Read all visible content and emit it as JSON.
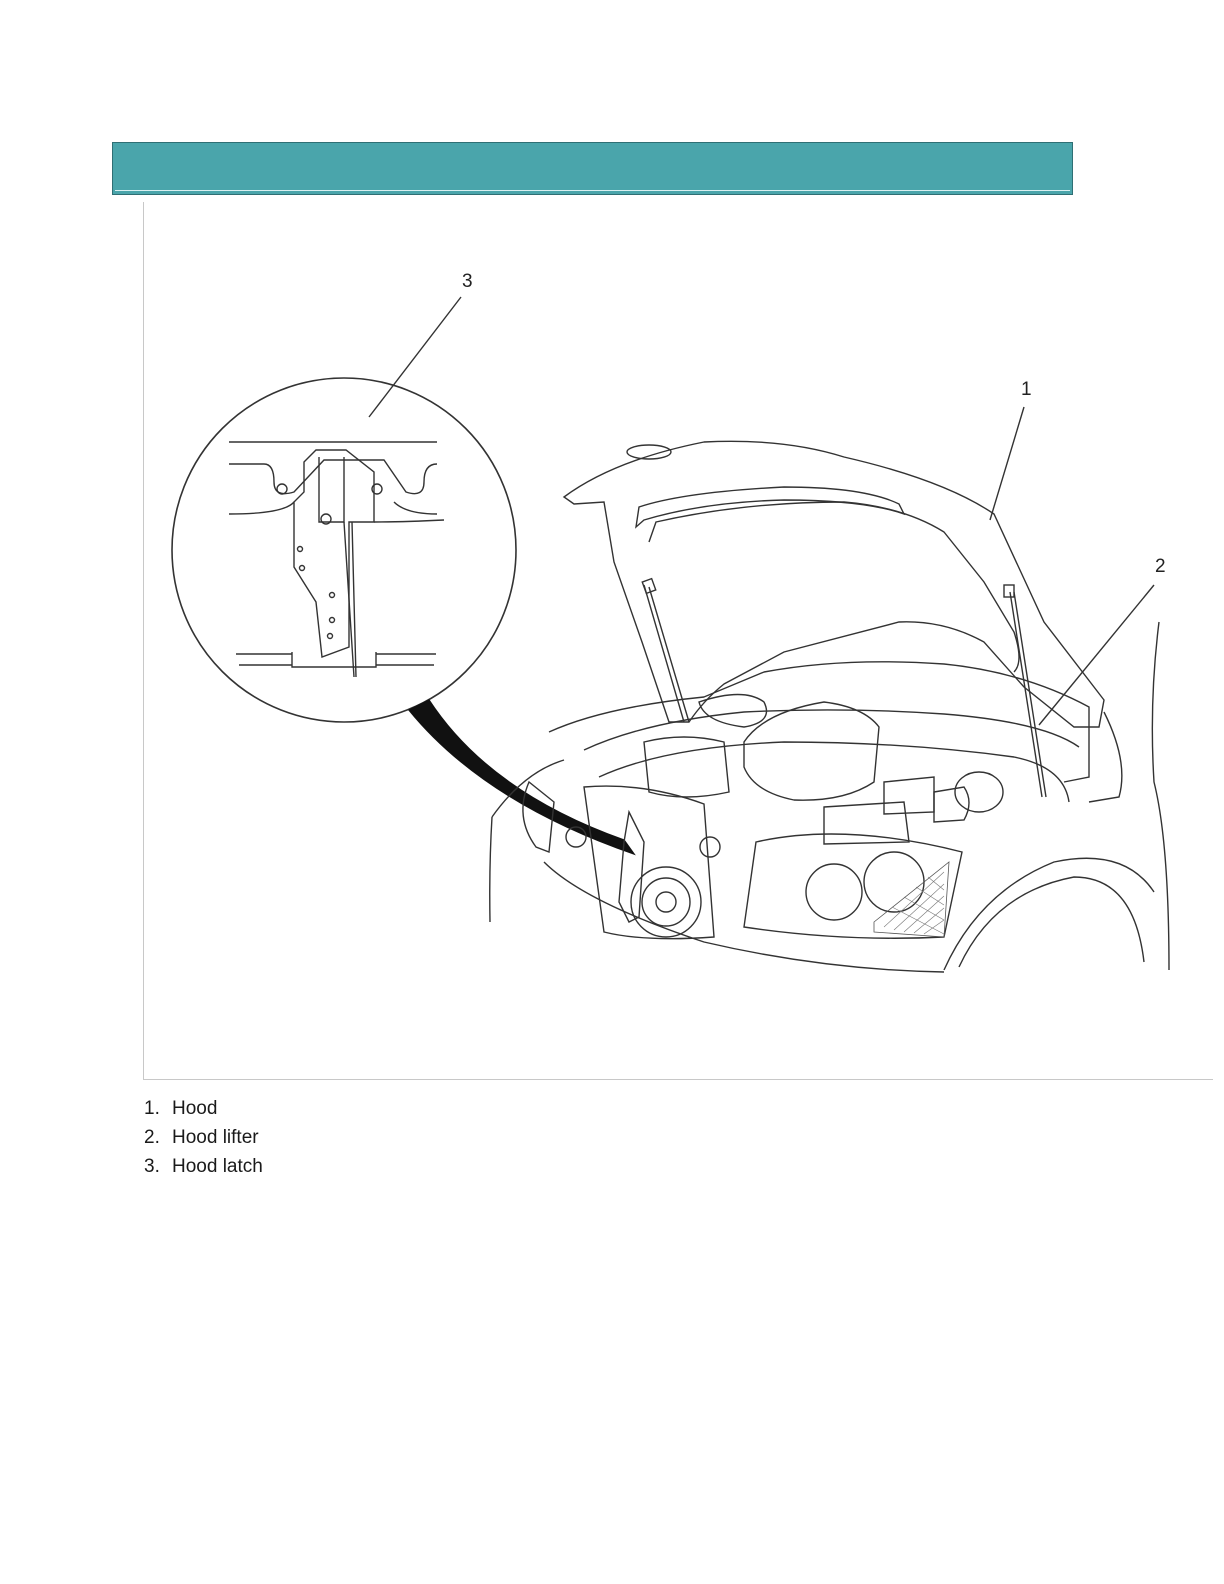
{
  "header": {
    "accent_color": "#4aa5ab"
  },
  "figure": {
    "callouts": [
      {
        "number": "1"
      },
      {
        "number": "2"
      },
      {
        "number": "3"
      }
    ]
  },
  "legend": {
    "items": [
      {
        "number": "1.",
        "label": "Hood"
      },
      {
        "number": "2.",
        "label": "Hood lifter"
      },
      {
        "number": "3.",
        "label": "Hood latch"
      }
    ]
  }
}
